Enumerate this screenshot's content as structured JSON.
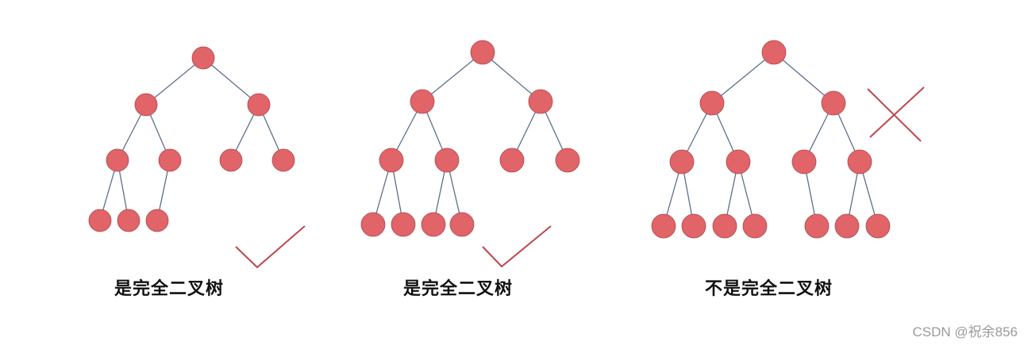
{
  "captions": {
    "tree1": "是完全二叉树",
    "tree2": "是完全二叉树",
    "tree3": "不是完全二叉树"
  },
  "watermark": "CSDN @祝余856",
  "marks": {
    "tree1": "check-icon",
    "tree2": "check-icon",
    "tree3": "cross-icon"
  },
  "colors": {
    "node_fill": "#e06468",
    "edge": "#5b7089",
    "mark": "#c0454c"
  }
}
